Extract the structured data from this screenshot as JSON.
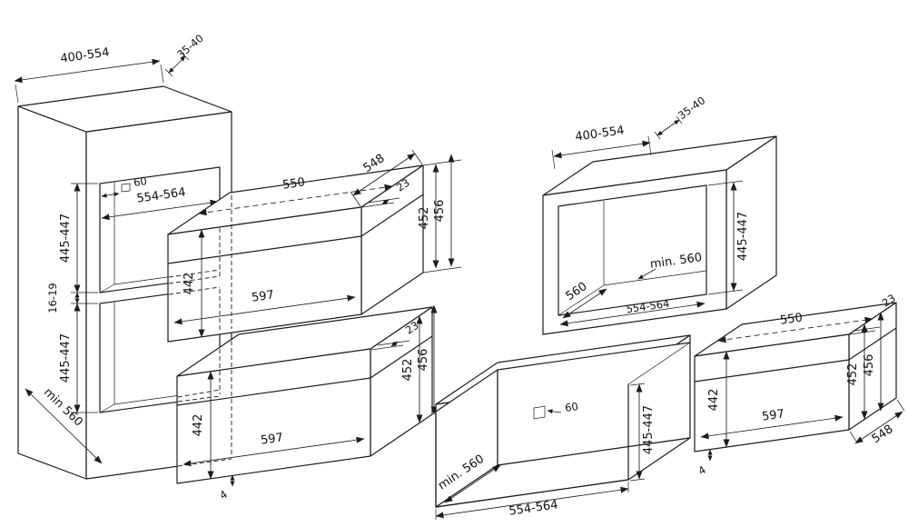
{
  "figure": {
    "background": "#ffffff",
    "line_color": "#1c1c1c"
  },
  "left": {
    "cabinet": {
      "top_depth": "400-554",
      "top_gap": "35-40",
      "outlet_offset": "60",
      "niche_width": "554-564",
      "niche_upper_height": "445-447",
      "shelf_thickness": "16-19",
      "niche_lower_height": "445-447",
      "min_depth": "min 560"
    },
    "oven_upper": {
      "depth": "548",
      "front_offset": "23",
      "body_width": "550",
      "front_height": "442",
      "front_width": "597",
      "body_height": "452",
      "overall_height": "456"
    },
    "oven_lower": {
      "front_offset": "23",
      "front_height": "442",
      "front_width": "597",
      "body_height": "452",
      "overall_height": "456",
      "bottom_trim": "4"
    }
  },
  "right": {
    "wall_cabinet": {
      "top_depth": "400-554",
      "top_gap": "35-40",
      "interior_depth": "560",
      "min_depth": "min. 560",
      "niche_height": "445-447",
      "niche_width": "554-564"
    },
    "base_cabinet": {
      "min_depth": "min. 560",
      "outlet_offset": "60",
      "niche_width": "554-564",
      "niche_height": "445-447"
    },
    "oven": {
      "front_offset": "23",
      "body_width": "550",
      "body_height": "452",
      "overall_height": "456",
      "front_height": "442",
      "front_width": "597",
      "depth": "548",
      "bottom_trim": "4"
    }
  }
}
